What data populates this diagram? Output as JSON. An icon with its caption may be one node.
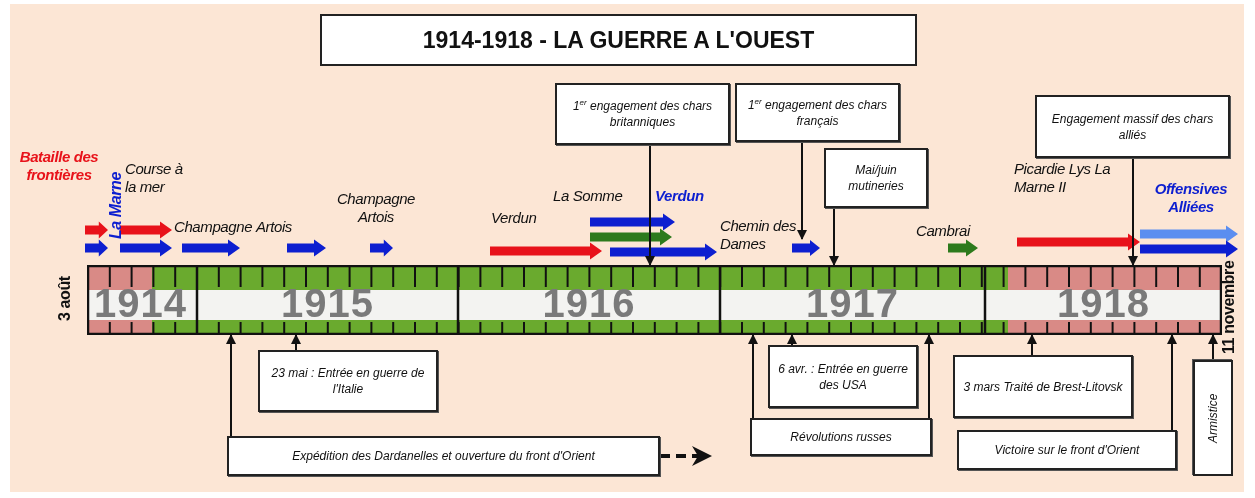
{
  "diagram": {
    "title": "1914-1918 - LA GUERRE A L'OUEST",
    "nodes": [
      {
        "text": [
          "1$^{er}$ engagement des chars britanniques"
        ]
      },
      {
        "text": [
          "1$^{er}$ engagement des chars français"
        ]
      },
      {
        "text": [
          "Mai/juin mutineries"
        ]
      },
      {
        "text": [
          "Engagement massif des chars alliés"
        ]
      },
      {
        "text": [
          "23 mai : Entrée en guerre de l'Italie"
        ]
      },
      {
        "text": [
          "Expédition des Dardanelles et ouverture du front d'Orient"
        ]
      },
      {
        "text": [
          "6 avr. : Entrée en guerre des USA"
        ]
      },
      {
        "text": [
          "Révolutions russes"
        ]
      },
      {
        "text": [
          "3 mars Traité de Brest-Litovsk"
        ]
      },
      {
        "text": [
          "Victoire sur le front d'Orient"
        ]
      },
      {
        "text": [
          "Armistice"
        ]
      },
      {
        "text": [
          "1914",
          "1915",
          "1916",
          "1917",
          "1918"
        ],
        "beside": [
          "3 août",
          "11 novembre"
        ]
      },
      {
        "text": [],
        "shape": "arrow"
      }
    ],
    "edges": [
      {
        "from": 0,
        "to": 11,
        "arrow": "to"
      },
      {
        "from": 1,
        "to": 12,
        "arrow": "to"
      },
      {
        "from": 2,
        "to": 11,
        "arrow": "to"
      },
      {
        "from": 3,
        "to": 11,
        "arrow": "to"
      },
      {
        "from": 4,
        "to": 11,
        "arrow": "to"
      },
      {
        "from": 5,
        "to": 11,
        "arrow": "to"
      },
      {
        "from": 5,
        "to": null,
        "arrow": "to",
        "style": "dashed"
      },
      {
        "from": 6,
        "to": 11,
        "arrow": "to"
      },
      {
        "from": 7,
        "to": 11,
        "arrow": "to"
      },
      {
        "from": 7,
        "to": 11,
        "arrow": "to"
      },
      {
        "from": 8,
        "to": 11,
        "arrow": "to"
      },
      {
        "from": 9,
        "to": 11,
        "arrow": "to"
      },
      {
        "from": 10,
        "to": 11,
        "arrow": "to"
      }
    ],
    "labels": [
      "Bataille des frontières",
      "La Marne",
      "Course à la mer",
      "Champagne Artois",
      "La Somme",
      "Verdun",
      "Picardie Lys La Marne II",
      "Offensives Alliées",
      "Champagne",
      "Artois",
      "Verdun",
      "Chemin des Dames",
      "Cambrai"
    ]
  }
}
